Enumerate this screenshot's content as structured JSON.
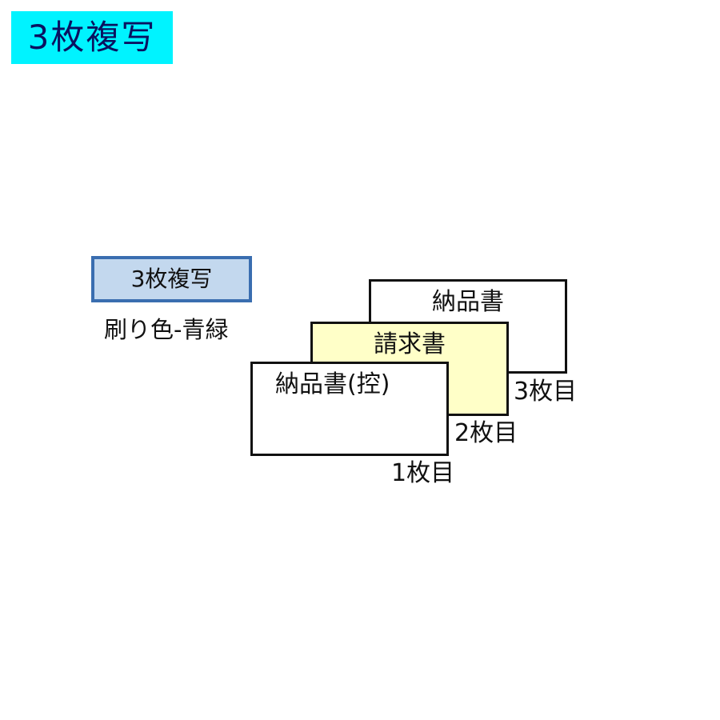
{
  "header": {
    "title": "3枚複写"
  },
  "form": {
    "copy_badge": "3枚複写",
    "print_color": "刷り色-青緑"
  },
  "sheets": [
    {
      "title": "納品書(控)",
      "number": "1枚目",
      "color": "#ffffff"
    },
    {
      "title": "請求書",
      "number": "2枚目",
      "color": "#ffffc8"
    },
    {
      "title": "納品書",
      "number": "3枚目",
      "color": "#ffffff"
    }
  ],
  "colors": {
    "title_background": "#00f3ff",
    "title_text": "#0a1260",
    "badge_background": "#c3d8ee",
    "badge_border": "#3a6eb0"
  }
}
